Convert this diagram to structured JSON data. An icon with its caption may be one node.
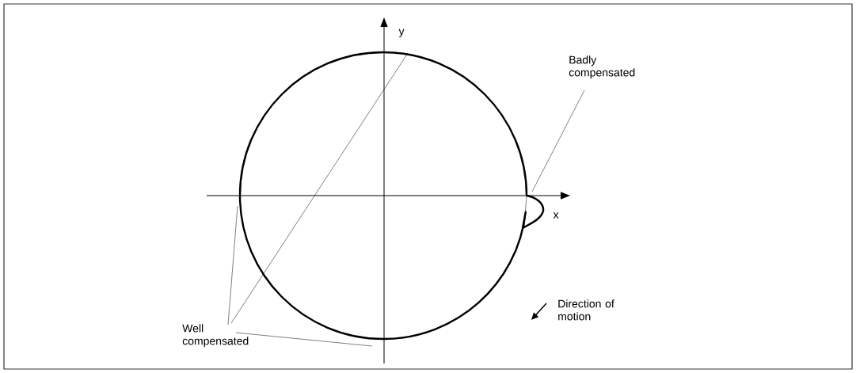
{
  "diagram": {
    "nodes": [
      {
        "text": [
          "Badly compensated"
        ]
      },
      {
        "text": [
          "Well compensated"
        ]
      }
    ],
    "edges": [
      {
        "from": 0,
        "to": null,
        "arrow": "none"
      },
      {
        "from": 1,
        "to": null,
        "arrow": "none"
      },
      {
        "from": 1,
        "to": null,
        "arrow": "none"
      },
      {
        "from": 1,
        "to": null,
        "arrow": "none"
      }
    ],
    "labels": [
      "y",
      "x",
      "Direction of motion"
    ]
  }
}
